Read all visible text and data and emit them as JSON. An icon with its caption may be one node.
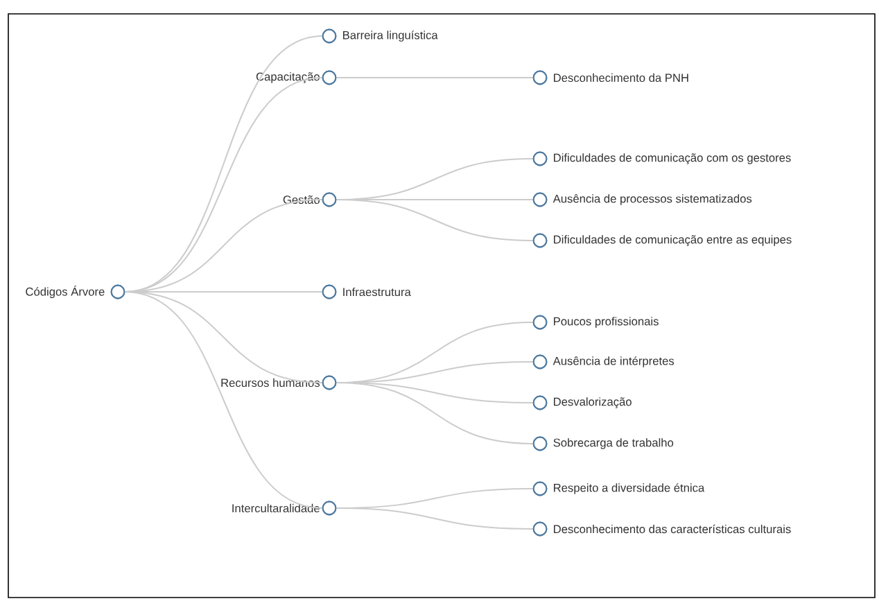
{
  "diagram": {
    "nodes": [
      {
        "text": [
          "Códigos Árvore"
        ]
      },
      {
        "text": [
          "Barreira linguística"
        ]
      },
      {
        "text": [
          "Capacitação"
        ]
      },
      {
        "text": [
          "Desconhecimento da PNH"
        ]
      },
      {
        "text": [
          "Dificuldades de comunicação com os gestores"
        ]
      },
      {
        "text": [
          "Gestão"
        ]
      },
      {
        "text": [
          "Ausência de processos sistematizados"
        ]
      },
      {
        "text": [
          "Dificuldades de comunicação entre as equipes"
        ]
      },
      {
        "text": [
          "Infraestrutura"
        ]
      },
      {
        "text": [
          "Poucos profissionais"
        ]
      },
      {
        "text": [
          "Ausência de intérpretes"
        ]
      },
      {
        "text": [
          "Recursos humanos"
        ]
      },
      {
        "text": [
          "Desvalorização"
        ]
      },
      {
        "text": [
          "Sobrecarga de trabalho"
        ]
      },
      {
        "text": [
          "Respeito a diversidade étnica"
        ]
      },
      {
        "text": [
          "Intercultaralidade"
        ]
      },
      {
        "text": [
          "Desconhecimento das características culturais"
        ]
      }
    ],
    "edges": [
      {
        "from": 0,
        "to": 1,
        "arrow": "none"
      },
      {
        "from": 0,
        "to": 2,
        "arrow": "none"
      },
      {
        "from": 0,
        "to": 5,
        "arrow": "none"
      },
      {
        "from": 0,
        "to": 8,
        "arrow": "none"
      },
      {
        "from": 0,
        "to": 11,
        "arrow": "none"
      },
      {
        "from": 0,
        "to": 15,
        "arrow": "none"
      },
      {
        "from": 2,
        "to": 3,
        "arrow": "none"
      },
      {
        "from": 5,
        "to": 4,
        "arrow": "none"
      },
      {
        "from": 5,
        "to": 6,
        "arrow": "none"
      },
      {
        "from": 5,
        "to": 7,
        "arrow": "none"
      },
      {
        "from": 11,
        "to": 9,
        "arrow": "none"
      },
      {
        "from": 11,
        "to": 10,
        "arrow": "none"
      },
      {
        "from": 11,
        "to": 12,
        "arrow": "none"
      },
      {
        "from": 11,
        "to": 13,
        "arrow": "none"
      },
      {
        "from": 15,
        "to": 14,
        "arrow": "none"
      },
      {
        "from": 15,
        "to": 16,
        "arrow": "none"
      }
    ]
  }
}
